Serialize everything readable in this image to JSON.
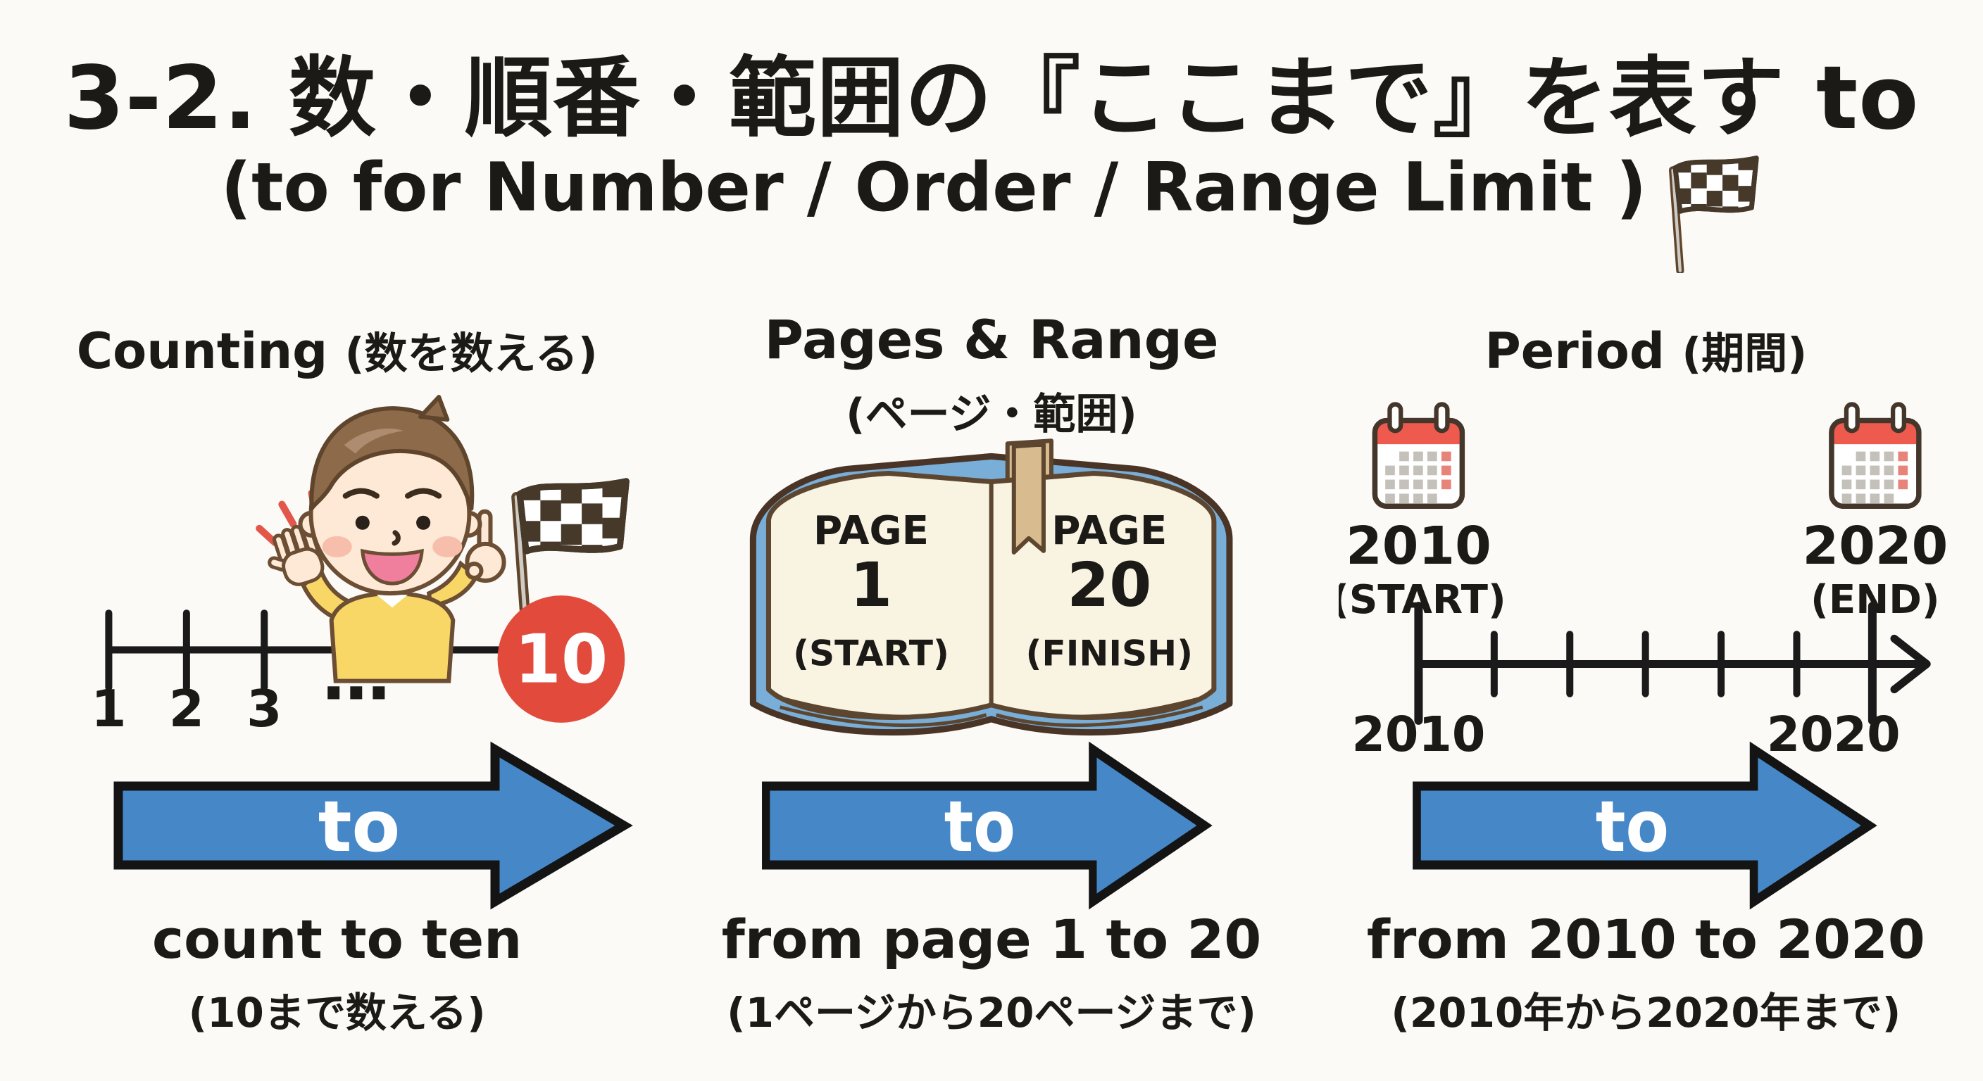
{
  "title": {
    "line1": "3-2. 数・順番・範囲の『ここまで』を表す to",
    "line2": "(to for Number / Order / Range Limit )",
    "flag_icon": "checkered-flag"
  },
  "colors": {
    "arrow_blue": "#4687c7",
    "goal_red": "#e24b3c",
    "calendar_red": "#ee5a4e",
    "book_cover_blue": "#78aed8",
    "page_cream": "#f9f3e2",
    "shirt_yellow": "#f8d766",
    "outline_brown": "#4a3426"
  },
  "columns": [
    {
      "header_en": "Counting",
      "header_ja": "(数を数える)",
      "illustration": "boy-counting",
      "number_line": {
        "tick_labels": [
          "1",
          "2",
          "3"
        ],
        "ellipsis": "…",
        "goal_value": "10",
        "goal_marker": "checkered-flag"
      },
      "arrow_label": "to",
      "phrase_en": "count to ten",
      "phrase_ja": "(10まで数える)"
    },
    {
      "header_en": "Pages & Range",
      "header_ja": "(ページ・範囲)",
      "illustration": "open-book",
      "book": {
        "left_page": {
          "label": "PAGE",
          "number": "1",
          "note": "(START)"
        },
        "right_page": {
          "label": "PAGE",
          "number": "20",
          "note": "(FINISH)"
        }
      },
      "arrow_label": "to",
      "phrase_en": "from page 1 to 20",
      "phrase_ja": "(1ページから20ページまで)"
    },
    {
      "header_en": "Period",
      "header_ja": "(期間)",
      "illustration": "calendars-timeline",
      "calendars": {
        "start": {
          "year": "2010",
          "note": "(START)"
        },
        "end": {
          "year": "2020",
          "note": "(END)"
        }
      },
      "timeline": {
        "start_label": "2010",
        "end_label": "2020"
      },
      "arrow_label": "to",
      "phrase_en": "from 2010 to 2020",
      "phrase_ja": "(2010年から2020年まで)"
    }
  ]
}
